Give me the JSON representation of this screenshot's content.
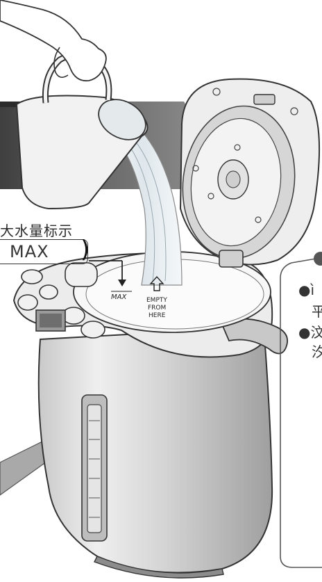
{
  "figure": {
    "max_label_title": "大水量标示",
    "max_label_mark": "MAX",
    "max_label_paren": ")",
    "inner_max_mark": "MAX",
    "empty_from_here": [
      "EMPTY",
      "FROM",
      "HERE"
    ],
    "note_lines": [
      "●ì",
      "平",
      "●汶",
      "汐"
    ]
  },
  "colors": {
    "line": "#333333",
    "water": "#e6eef2",
    "pot_body": "#d9d9d9",
    "band": "#555555"
  }
}
